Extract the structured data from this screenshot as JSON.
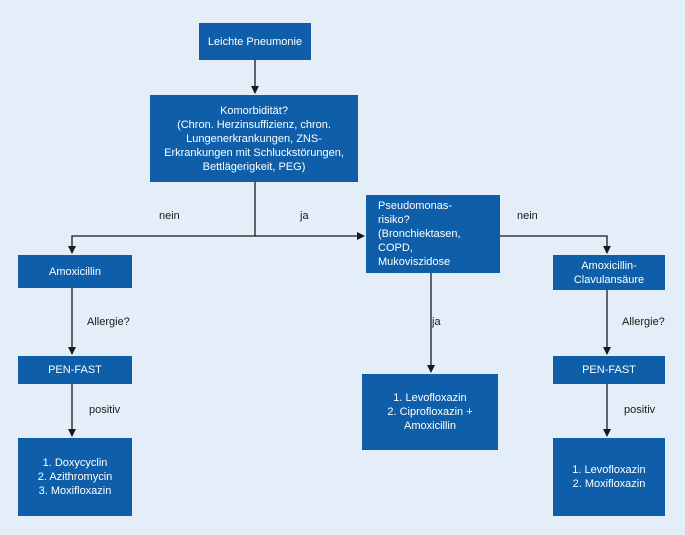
{
  "colors": {
    "background": "#e3eef8",
    "node": "#0e5ea9",
    "node_text": "#ffffff",
    "line": "#1a1a1a"
  },
  "nodes": {
    "start": {
      "lines": [
        "Leichte Pneumonie"
      ]
    },
    "comorbidity": {
      "lines": [
        "Komorbidität?",
        "(Chron. Herzinsuffizienz, chron.",
        "Lungenerkrankungen, ZNS-",
        "Erkrankungen mit Schluckstörungen,",
        "Bettlägerigkeit, PEG)"
      ]
    },
    "pseudomonas": {
      "lines": [
        "Pseudomonas-",
        "risiko?",
        "(Bronchiektasen,",
        "COPD,",
        "Mukoviszidose"
      ]
    },
    "amoxicillin": {
      "lines": [
        "Amoxicillin"
      ]
    },
    "amoxiclav": {
      "lines": [
        "Amoxicillin-",
        "Clavulansäure"
      ]
    },
    "penfast_left": {
      "lines": [
        "PEN-FAST"
      ]
    },
    "penfast_right": {
      "lines": [
        "PEN-FAST"
      ]
    },
    "levo_cipro": {
      "lines": [
        "1. Levofloxazin",
        "2. Ciprofloxazin +",
        "Amoxicillin"
      ]
    },
    "doxy": {
      "lines": [
        "1. Doxycyclin",
        "2. Azithromycin",
        "3. Moxifloxazin"
      ]
    },
    "levo_moxi": {
      "lines": [
        "1. Levofloxazin",
        "2. Moxifloxazin"
      ]
    }
  },
  "edge_labels": {
    "nein_left": "nein",
    "ja_middle": "ja",
    "nein_right": "nein",
    "allergie_left": "Allergie?",
    "allergie_right": "Allergie?",
    "ja_down": "ja",
    "positiv_left": "positiv",
    "positiv_right": "positiv"
  }
}
